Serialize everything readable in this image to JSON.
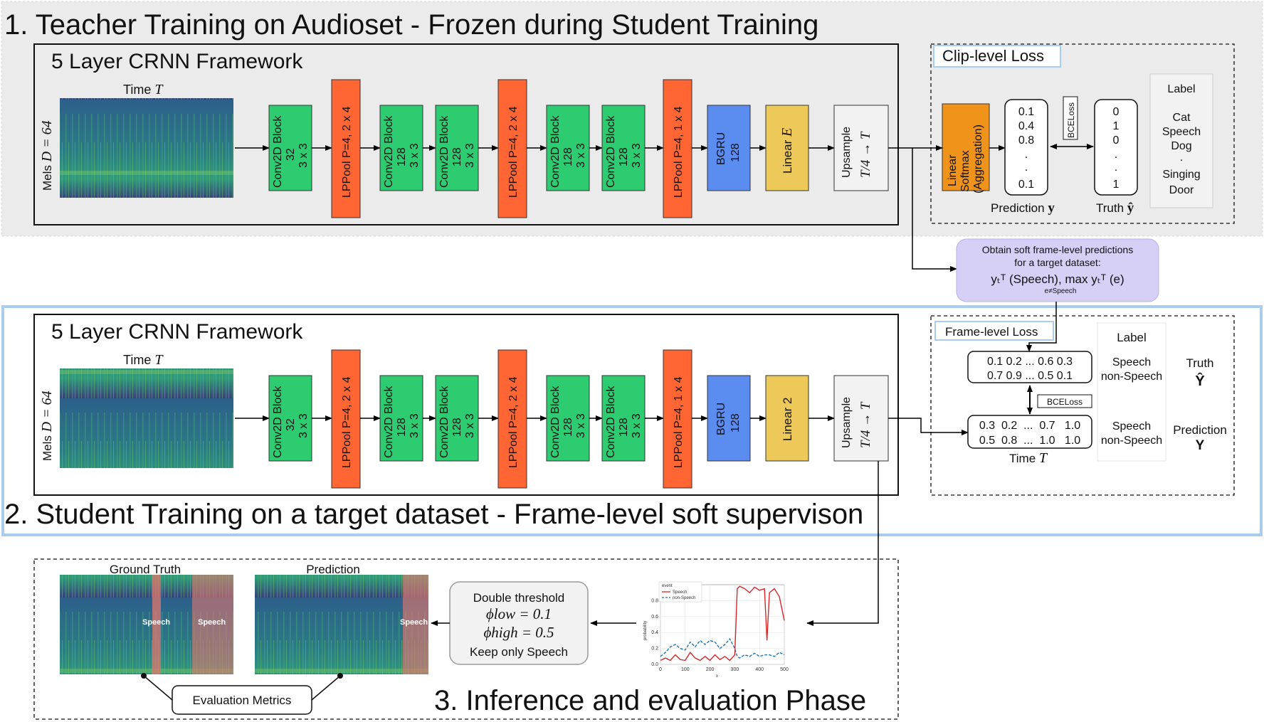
{
  "sections": {
    "teacher_title": "1. Teacher Training on Audioset - Frozen during Student Training",
    "student_title": "2. Student Training on a target dataset - Frame-level soft supervison",
    "inference_title": "3. Inference and evaluation Phase"
  },
  "crnn": {
    "title": "5 Layer CRNN Framework",
    "time_label": "Time",
    "time_symbol": "T",
    "mels_label": "Mels",
    "mels_symbol": "D = 64",
    "conv1": "Conv2D Block",
    "conv1_ch": "32",
    "conv_kernel": "3 x 3",
    "conv2": "Conv2D Block",
    "conv2_ch": "128",
    "pool1": "LPPool P=4, 2 x 4",
    "pool2": "LPPool P=4, 2 x 4",
    "pool3": "LPPool P=4, 1 x 4",
    "bgru": "BGRU",
    "bgru_units": "128",
    "linear_teacher": "Linear",
    "linear_teacher_symbol": "E",
    "linear_student": "Linear 2",
    "upsample": "Upsample",
    "upsample_expr": "T/4 → T"
  },
  "clip_loss": {
    "title": "Clip-level Loss",
    "aggregation": [
      "Linear",
      "Softmax",
      "(Aggregation)"
    ],
    "prediction_values": [
      "0.1",
      "0.4",
      "0.8",
      ".",
      ".",
      "0.1"
    ],
    "prediction_label": "Prediction",
    "prediction_symbol": "y",
    "bce": "BCELoss",
    "truth_values": [
      "0",
      "1",
      "0",
      ".",
      ".",
      "1"
    ],
    "truth_label": "Truth",
    "truth_symbol": "ŷ",
    "label_header": "Label",
    "labels": [
      "Cat",
      "Speech",
      "Dog",
      ".",
      "Singing",
      "Door"
    ]
  },
  "soft_box": {
    "line1": "Obtain soft frame-level predictions",
    "line2": "for a target dataset:",
    "formula": "yₜᵀ (Speech), max yₜᵀ (e)",
    "formula_sub": "e≠Speech"
  },
  "frame_loss": {
    "title": "Frame-level Loss",
    "truth_row1": "0.1 0.2 ... 0.6 0.3",
    "truth_row2": "0.7 0.9 ... 0.5 0.1",
    "label_header": "Label",
    "truth_labels": [
      "Speech",
      "non-Speech"
    ],
    "truth_title": "Truth",
    "truth_symbol": "Ŷ",
    "bce": "BCELoss",
    "pred_row1": "0.3  0.2  ...  0.7   1.0",
    "pred_row2": "0.5  0.8  ...  1.0   1.0",
    "pred_labels": [
      "Speech",
      "non-Speech"
    ],
    "pred_title": "Prediction",
    "pred_symbol": "Y",
    "time_label": "Time",
    "time_symbol": "T"
  },
  "inference": {
    "ground_truth": "Ground Truth",
    "prediction": "Prediction",
    "speech_tag": "Speech",
    "threshold_title": "Double threshold",
    "phi_low": "ϕlow = 0.1",
    "phi_high": "ϕhigh = 0.5",
    "keep": "Keep only Speech",
    "evaluation": "Evaluation Metrics"
  },
  "chart_data": {
    "type": "line",
    "title": "",
    "xlabel": "x",
    "ylabel": "probability",
    "xlim": [
      0,
      500
    ],
    "ylim": [
      0,
      1
    ],
    "xticks": [
      "0",
      "100",
      "200",
      "300",
      "400",
      "500"
    ],
    "yticks": [
      "0.0",
      "0.2",
      "0.4",
      "0.6",
      "0.8"
    ],
    "legend_title": "event",
    "legend_position": "top-left",
    "series": [
      {
        "name": "Speech",
        "color": "#d62728",
        "style": "solid",
        "x": [
          0,
          20,
          40,
          60,
          80,
          100,
          120,
          140,
          160,
          180,
          200,
          220,
          240,
          260,
          280,
          300,
          310,
          320,
          340,
          360,
          380,
          400,
          420,
          430,
          440,
          460,
          480,
          500
        ],
        "y": [
          0.05,
          0.08,
          0.05,
          0.12,
          0.06,
          0.05,
          0.15,
          0.08,
          0.05,
          0.1,
          0.05,
          0.12,
          0.06,
          0.1,
          0.05,
          0.12,
          0.95,
          0.98,
          0.95,
          0.9,
          0.97,
          0.93,
          0.95,
          0.3,
          0.9,
          0.95,
          0.85,
          0.55
        ]
      },
      {
        "name": "non-Speech",
        "color": "#1f77b4",
        "style": "dashed",
        "x": [
          0,
          20,
          40,
          60,
          80,
          100,
          120,
          140,
          160,
          180,
          200,
          220,
          240,
          260,
          280,
          300,
          310,
          320,
          340,
          360,
          380,
          400,
          420,
          440,
          460,
          480,
          500
        ],
        "y": [
          0.1,
          0.15,
          0.22,
          0.25,
          0.2,
          0.18,
          0.28,
          0.22,
          0.3,
          0.25,
          0.3,
          0.28,
          0.2,
          0.25,
          0.32,
          0.2,
          0.1,
          0.08,
          0.12,
          0.1,
          0.14,
          0.1,
          0.12,
          0.12,
          0.1,
          0.15,
          0.12
        ]
      }
    ]
  },
  "colors": {
    "teacher_bg": "#ebebeb",
    "student_border": "#a9cdf0",
    "conv": "#2ecc71",
    "pool": "#ff6633",
    "bgru": "#5b8cf0",
    "linear": "#edc95a",
    "aggregation": "#f0931a",
    "soft_box": "#d6d0f7"
  }
}
